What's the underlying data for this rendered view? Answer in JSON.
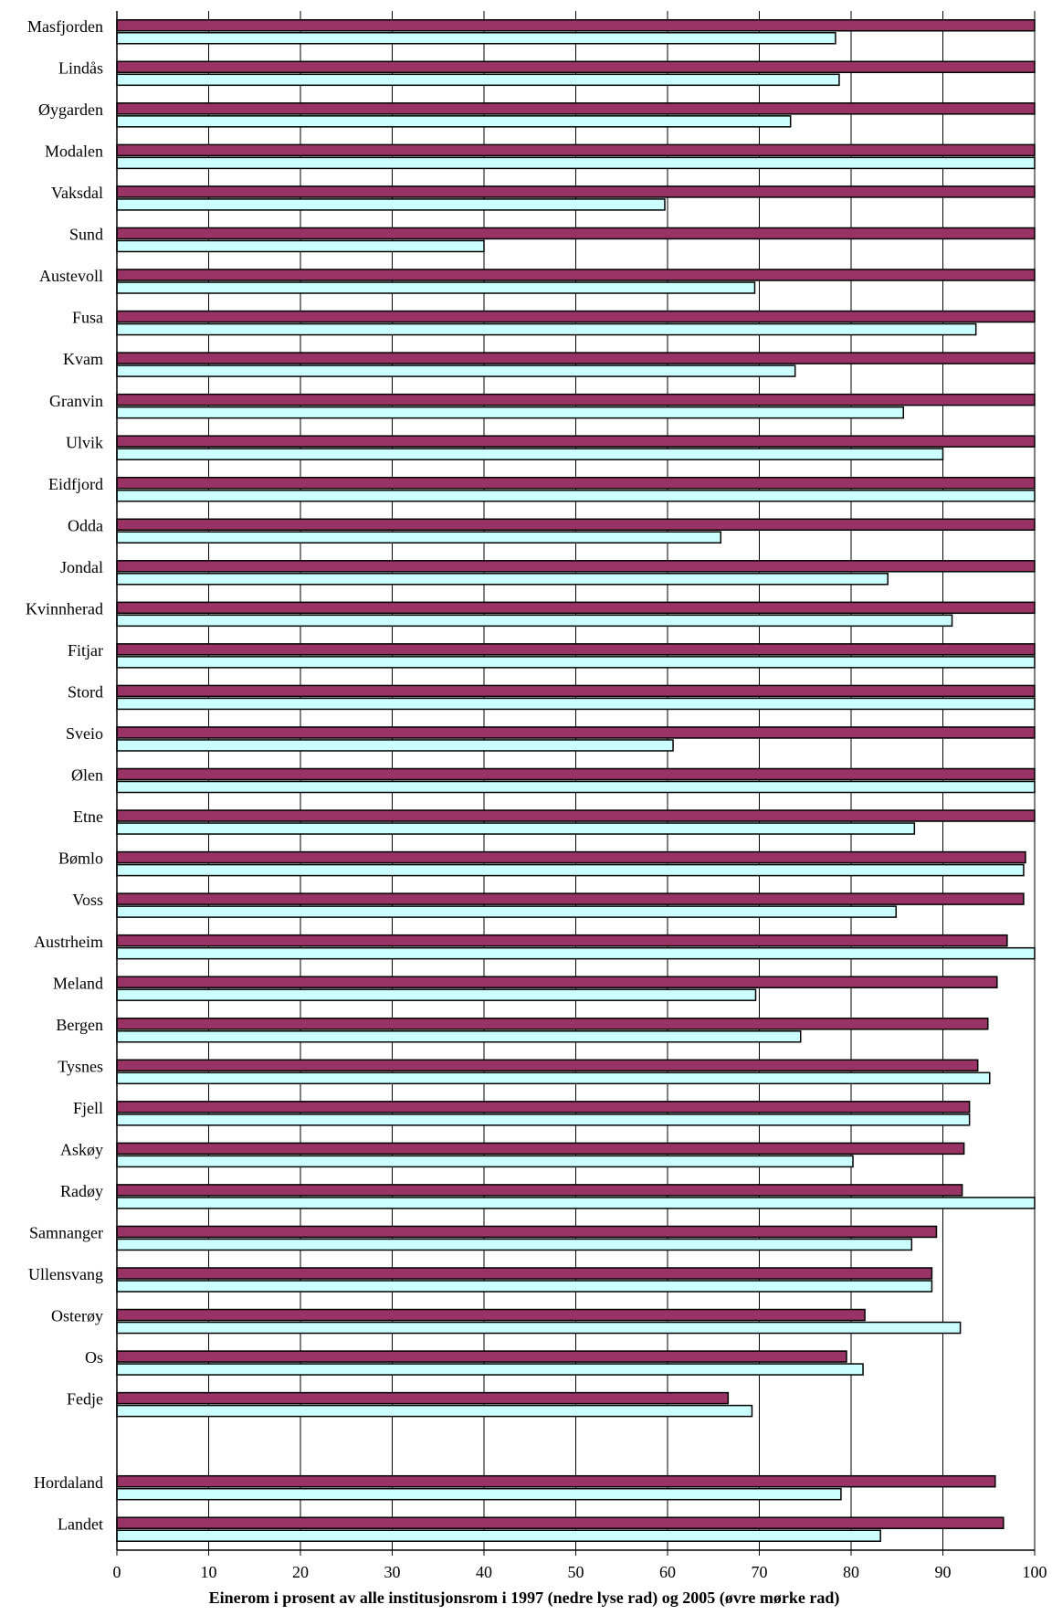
{
  "chart_data": {
    "type": "bar",
    "orientation": "horizontal",
    "xlabel": "Einerom i prosent av alle institusjonsrom i 1997 (nedre lyse rad) og 2005 (øvre mørke rad)",
    "xlim": [
      0,
      100
    ],
    "xticks": [
      0,
      10,
      20,
      30,
      40,
      50,
      60,
      70,
      80,
      90,
      100
    ],
    "grid": "vertical",
    "categories": [
      "Masfjorden",
      "Lindås",
      "Øygarden",
      "Modalen",
      "Vaksdal",
      "Sund",
      "Austevoll",
      "Fusa",
      "Kvam",
      "Granvin",
      "Ulvik",
      "Eidfjord",
      "Odda",
      "Jondal",
      "Kvinnherad",
      "Fitjar",
      "Stord",
      "Sveio",
      "Ølen",
      "Etne",
      "Bømlo",
      "Voss",
      "Austrheim",
      "Meland",
      "Bergen",
      "Tysnes",
      "Fjell",
      "Askøy",
      "Radøy",
      "Samnanger",
      "Ullensvang",
      "Osterøy",
      "Os",
      "Fedje",
      "",
      "Hordaland",
      "Landet"
    ],
    "series": [
      {
        "year": "2005",
        "color": "#993366",
        "values": [
          100,
          100,
          100,
          100,
          100,
          100,
          100,
          100,
          100,
          100,
          100,
          100,
          100,
          100,
          100,
          100,
          100,
          100,
          100,
          100,
          99,
          98.8,
          97,
          95.9,
          94.9,
          93.8,
          92.9,
          92.3,
          92.1,
          89.3,
          88.8,
          81.5,
          79.5,
          66.6,
          null,
          95.7,
          96.6
        ]
      },
      {
        "year": "1997",
        "color": "#ccffff",
        "values": [
          78.3,
          78.7,
          73.4,
          100,
          59.7,
          40,
          69.5,
          93.6,
          73.9,
          85.7,
          90,
          100,
          65.8,
          84,
          91,
          100,
          100,
          60.6,
          100,
          86.9,
          98.8,
          84.9,
          100,
          69.6,
          74.5,
          95.1,
          92.9,
          80.2,
          100,
          86.6,
          88.8,
          91.9,
          81.3,
          69.2,
          null,
          78.9,
          83.2
        ]
      }
    ]
  }
}
